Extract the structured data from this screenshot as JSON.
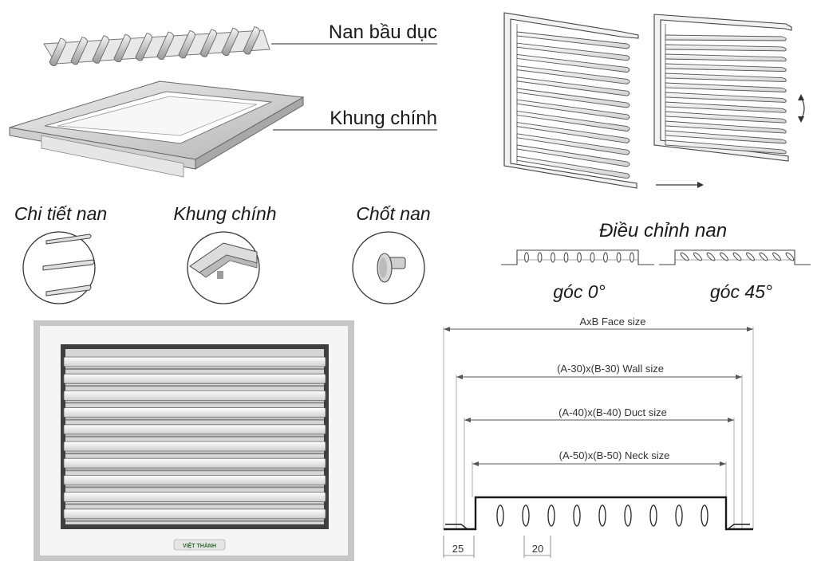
{
  "exploded_view": {
    "blade_label": "Nan bầu dục",
    "frame_label": "Khung chính"
  },
  "details": [
    {
      "label": "Chi tiết nan"
    },
    {
      "label": "Khung chính"
    },
    {
      "label": "Chốt nan"
    }
  ],
  "adjustment": {
    "title": "Điều chỉnh nan",
    "angle_0": "góc 0°",
    "angle_45": "góc 45°"
  },
  "front_view": {
    "logo_text": "VIỆT THÀNH",
    "blade_count": 10
  },
  "dimension_drawing": {
    "face": "AxB Face size",
    "wall": "(A-30)x(B-30) Wall size",
    "duct": "(A-40)x(B-40) Duct size",
    "neck": "(A-50)x(B-50) Neck size",
    "dim_25": "25",
    "dim_20": "20",
    "blade_count": 9
  }
}
